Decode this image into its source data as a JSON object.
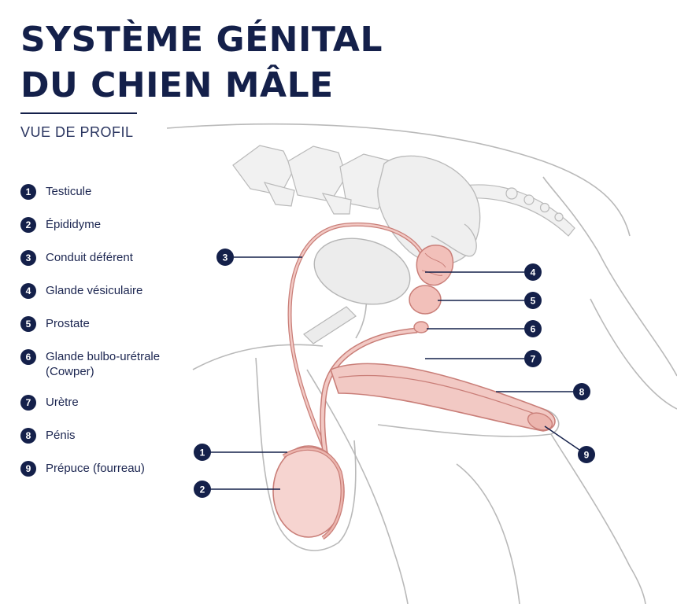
{
  "header": {
    "title_line1": "SYSTÈME GÉNITAL",
    "title_line2": "DU CHIEN MÂLE",
    "subtitle": "VUE DE PROFIL"
  },
  "legend": [
    {
      "number": "1",
      "label": "Testicule"
    },
    {
      "number": "2",
      "label": "Épididyme"
    },
    {
      "number": "3",
      "label": "Conduit déférent"
    },
    {
      "number": "4",
      "label": "Glande vésiculaire"
    },
    {
      "number": "5",
      "label": "Prostate"
    },
    {
      "number": "6",
      "label": "Glande bulbo-urétrale\n(Cowper)"
    },
    {
      "number": "7",
      "label": "Urètre"
    },
    {
      "number": "8",
      "label": "Pénis"
    },
    {
      "number": "9",
      "label": "Prépuce (fourreau)"
    }
  ],
  "callouts": [
    "1",
    "2",
    "3",
    "4",
    "5",
    "6",
    "7",
    "8",
    "9"
  ],
  "colors": {
    "navy": "#14204a",
    "organ_fill": "#f2c9c4",
    "organ_stroke": "#c97e78",
    "outline": "#b9b9b9",
    "bone_fill": "#f1f1f1"
  }
}
